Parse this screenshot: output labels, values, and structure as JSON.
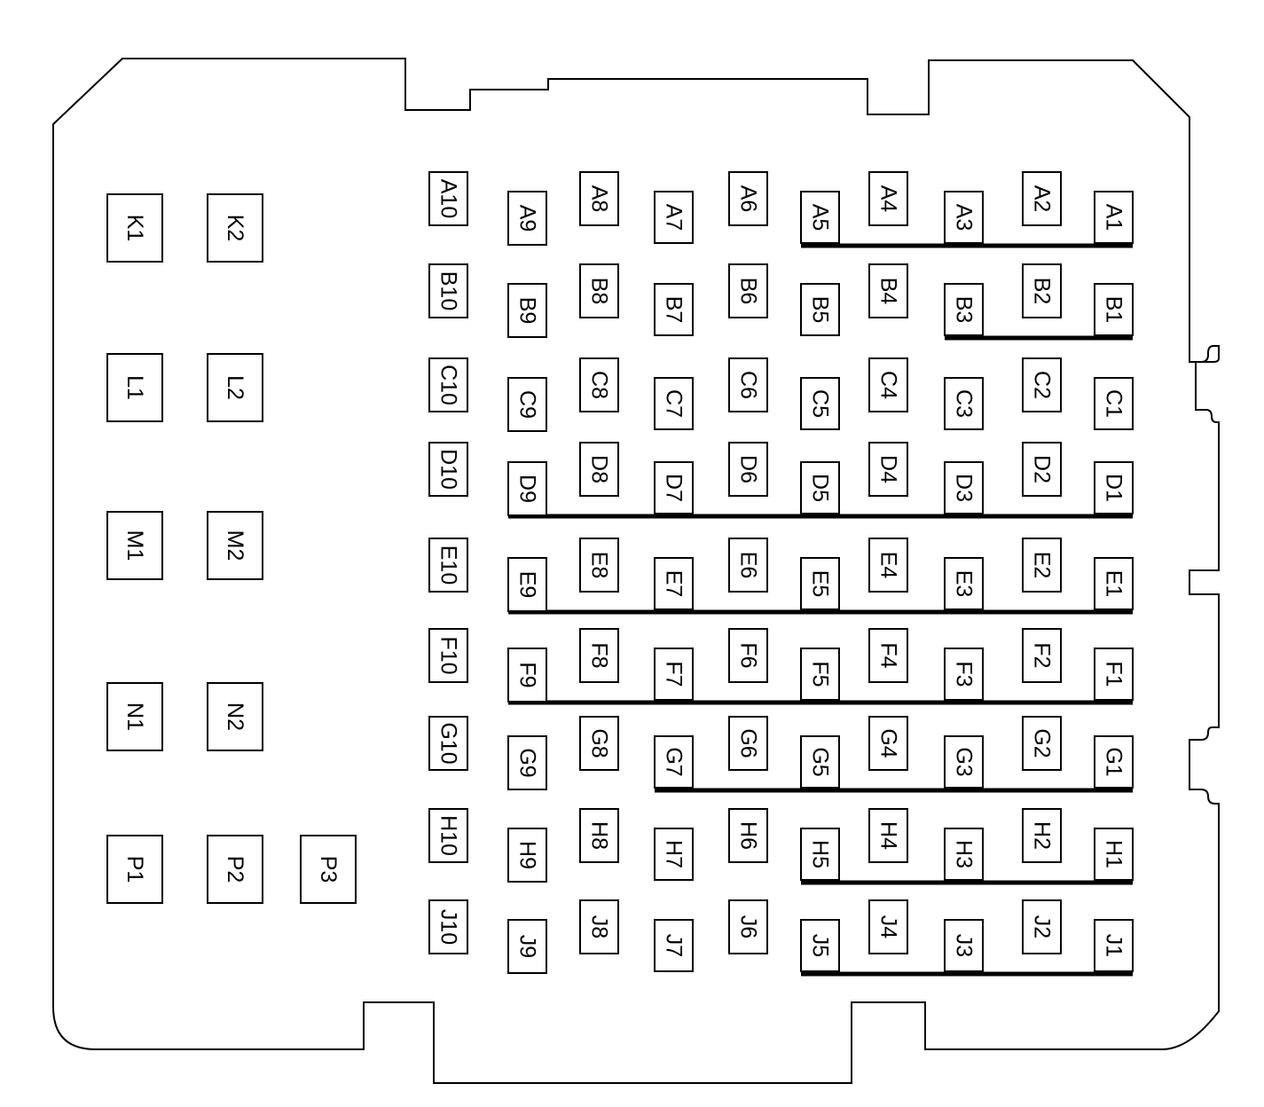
{
  "diagram": {
    "left_pins": [
      "K1",
      "K2",
      "L1",
      "L2",
      "M1",
      "M2",
      "N1",
      "N2",
      "P1",
      "P2",
      "P3"
    ],
    "grid_rows": [
      {
        "row": "A",
        "pins": [
          "A10",
          "A9",
          "A8",
          "A7",
          "A6",
          "A5",
          "A4",
          "A3",
          "A2",
          "A1"
        ]
      },
      {
        "row": "B",
        "pins": [
          "B10",
          "B9",
          "B8",
          "B7",
          "B6",
          "B5",
          "B4",
          "B3",
          "B2",
          "B1"
        ]
      },
      {
        "row": "C",
        "pins": [
          "C10",
          "C9",
          "C8",
          "C7",
          "C6",
          "C5",
          "C4",
          "C3",
          "C2",
          "C1"
        ]
      },
      {
        "row": "D",
        "pins": [
          "D10",
          "D9",
          "D8",
          "D7",
          "D6",
          "D5",
          "D4",
          "D3",
          "D2",
          "D1"
        ]
      },
      {
        "row": "E",
        "pins": [
          "E10",
          "E9",
          "E8",
          "E7",
          "E6",
          "E5",
          "E4",
          "E3",
          "E2",
          "E1"
        ]
      },
      {
        "row": "F",
        "pins": [
          "F10",
          "F9",
          "F8",
          "F7",
          "F6",
          "F5",
          "F4",
          "F3",
          "F2",
          "F1"
        ]
      },
      {
        "row": "G",
        "pins": [
          "G10",
          "G9",
          "G8",
          "G7",
          "G6",
          "G5",
          "G4",
          "G3",
          "G2",
          "G1"
        ]
      },
      {
        "row": "H",
        "pins": [
          "H10",
          "H9",
          "H8",
          "H7",
          "H6",
          "H5",
          "H4",
          "H3",
          "H2",
          "H1"
        ]
      },
      {
        "row": "J",
        "pins": [
          "J10",
          "J9",
          "J8",
          "J7",
          "J6",
          "J5",
          "J4",
          "J3",
          "J2",
          "J1"
        ]
      }
    ],
    "bus_bars": [
      {
        "row": "A",
        "from": "A5",
        "to": "A1"
      },
      {
        "row": "B",
        "from": "B3",
        "to": "B1"
      },
      {
        "row": "D",
        "from": "D9",
        "to": "D1"
      },
      {
        "row": "E",
        "from": "E9",
        "to": "E1"
      },
      {
        "row": "F",
        "from": "F9",
        "to": "F1"
      },
      {
        "row": "G",
        "from": "G7",
        "to": "G1"
      },
      {
        "row": "H",
        "from": "H5",
        "to": "H1"
      },
      {
        "row": "J",
        "from": "J5",
        "to": "J1"
      }
    ],
    "colors": {
      "line": "#000000",
      "background": "#ffffff"
    }
  }
}
